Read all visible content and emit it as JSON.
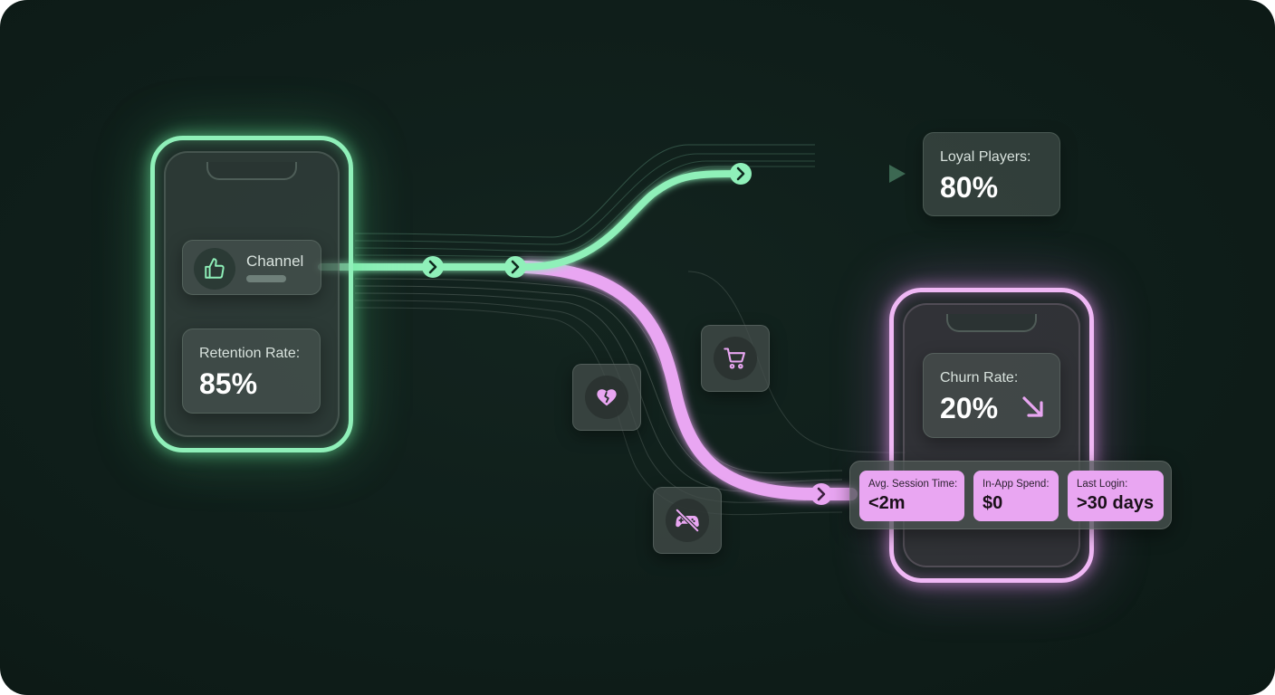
{
  "colors": {
    "background": "#0f1e1a",
    "green_accent": "#8ff0b9",
    "pink_accent": "#e9a6f2"
  },
  "channel": {
    "label": "Channel",
    "icon": "thumbs-up-icon"
  },
  "retention": {
    "label": "Retention Rate:",
    "value": "85%"
  },
  "loyal": {
    "label": "Loyal Players:",
    "value": "80%"
  },
  "churn": {
    "label": "Churn Rate:",
    "value": "20%",
    "trend_icon": "arrow-down-right-icon"
  },
  "metrics": {
    "session": {
      "label": "Avg. Session Time:",
      "value": "<2m"
    },
    "spend": {
      "label": "In-App Spend:",
      "value": "$0"
    },
    "login": {
      "label": "Last Login:",
      "value": ">30 days"
    }
  },
  "icons": {
    "cart": "shopping-cart-icon",
    "heart": "broken-heart-icon",
    "game": "no-gamepad-icon",
    "chevron": "chevron-right-icon"
  }
}
